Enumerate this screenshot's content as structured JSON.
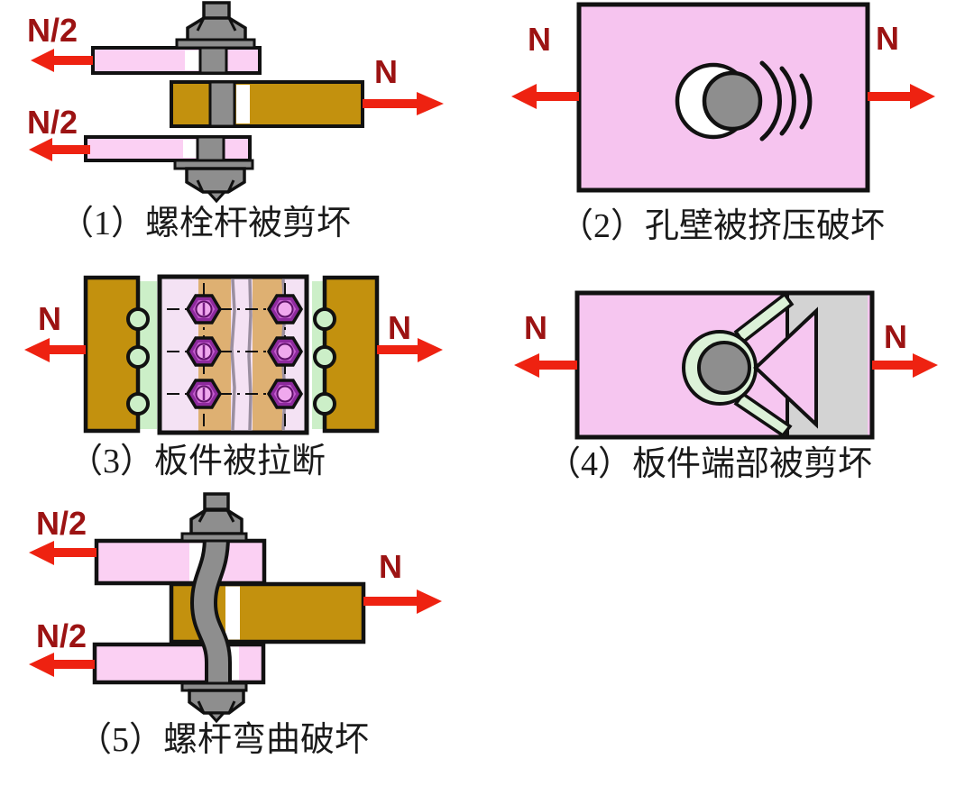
{
  "figures": [
    {
      "caption": "（1）螺栓杆被剪坏",
      "labels": {
        "left_top": "N/2",
        "left_bottom": "N/2",
        "right": "N"
      }
    },
    {
      "caption": "（2）孔壁被挤压破坏",
      "labels": {
        "left": "N",
        "right": "N"
      }
    },
    {
      "caption": "（3）板件被拉断",
      "labels": {
        "left": "N",
        "right": "N"
      }
    },
    {
      "caption": "（4）板件端部被剪坏",
      "labels": {
        "left": "N",
        "right": "N"
      }
    },
    {
      "caption": "（5）螺杆弯曲破坏",
      "labels": {
        "left_top": "N/2",
        "left_bottom": "N/2",
        "right": "N"
      }
    }
  ],
  "colors": {
    "arrow_red": "#EE2211",
    "force_label_red": "#9C1313",
    "plate_pink": "#FBD0F3",
    "plate_pink_deep": "#F6C4EF",
    "splice_plate_pink": "#F4E2F4",
    "plate_gold": "#C3910E",
    "bolt_gray": "#8E8E8E",
    "plate_end_gray": "#D3D3D3",
    "tear_tan": "#DEB072",
    "shear_green": "#CCEFC8",
    "bolt_head_purple": "#8E2A9E",
    "bolt_center_pink": "#F0A8EE",
    "outline_black": "#111111"
  }
}
